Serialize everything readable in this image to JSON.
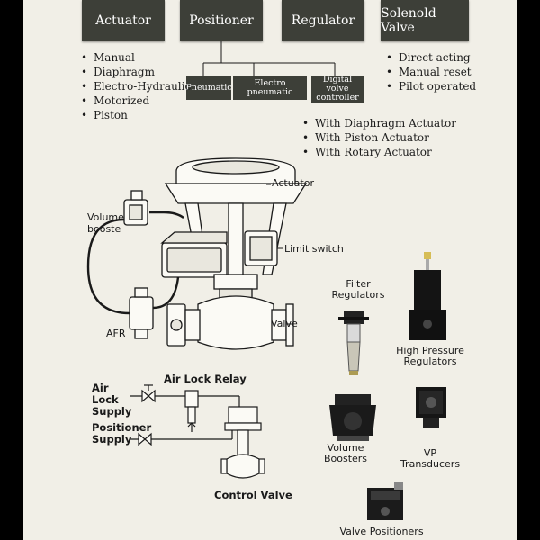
{
  "header": {
    "actuator": "Actuator",
    "positioner": "Positioner",
    "regulator": "Regulator",
    "solenoid": "Solenold Valve"
  },
  "positioner_types": [
    {
      "label": "Pneumatic"
    },
    {
      "label": "Electro pneumatic"
    },
    {
      "label": "Digital volve controller"
    }
  ],
  "actuator_types": [
    "Manual",
    "Diaphragm",
    "Electro-Hydraulic",
    "Motorized",
    "Piston"
  ],
  "solenoid_types": [
    "Direct acting",
    "Manual reset",
    "Pilot operated"
  ],
  "digital_controller_options": [
    "With Diaphragm Actuator",
    "With Piston Actuator",
    "With Rotary Actuator"
  ],
  "assembly_labels": {
    "actuator": "Actuator",
    "volume_booster": "Volume booste",
    "limit_switch": "Limit switch",
    "afr": "AFR",
    "valve": "Valve"
  },
  "airlock_labels": {
    "relay": "Air Lock Relay",
    "air_supply": "Air Lock Supply",
    "positioner_supply": "Positioner Supply",
    "control_valve": "Control Valve"
  },
  "products": {
    "filter_regulators": "Filter Regulators",
    "high_pressure_regulators": "High Pressure Regulators",
    "volume_boosters": "Volume Boosters",
    "vp_transducers": "VP Transducers",
    "valve_positioners": "Valve Positioners"
  },
  "colors": {
    "header_bg": "#3d3f38",
    "page_bg": "#f1efe7",
    "line": "#1a1a1a"
  }
}
